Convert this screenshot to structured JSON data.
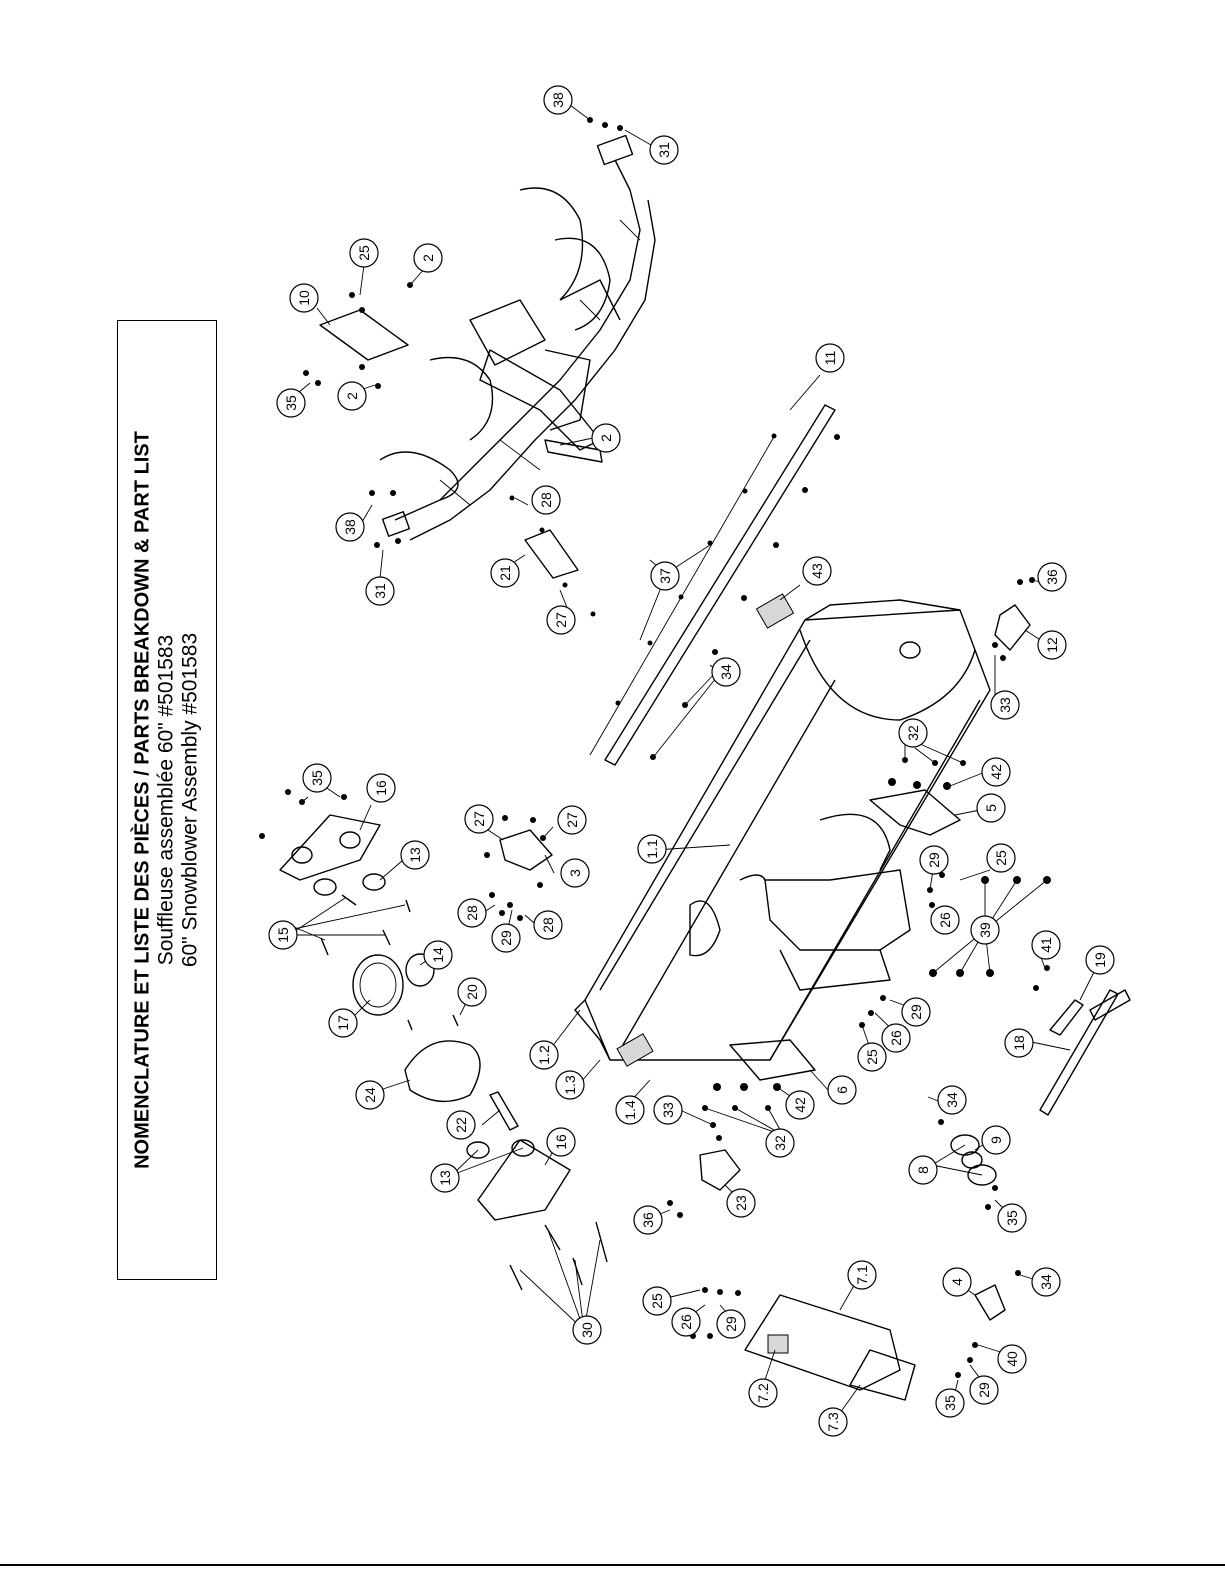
{
  "title": {
    "line1": "NOMENCLATURE ET LISTE DES PIÈCES / PARTS BREAKDOWN & PART LIST",
    "line2": "Souffleuse assemblée 60\" #501583",
    "line3": "60\" Snowblower Assembly #501583"
  },
  "callouts": [
    "38",
    "31",
    "25",
    "2",
    "10",
    "2",
    "35",
    "2",
    "11",
    "28",
    "38",
    "21",
    "31",
    "27",
    "37",
    "43",
    "36",
    "12",
    "34",
    "33",
    "32",
    "42",
    "5",
    "35",
    "16",
    "13",
    "27",
    "27",
    "1.1",
    "3",
    "29",
    "25",
    "15",
    "28",
    "29",
    "28",
    "26",
    "39",
    "14",
    "41",
    "19",
    "17",
    "20",
    "29",
    "26",
    "25",
    "1.2",
    "18",
    "1.3",
    "24",
    "1.4",
    "42",
    "6",
    "33",
    "34",
    "22",
    "32",
    "9",
    "13",
    "16",
    "8",
    "23",
    "36",
    "35",
    "4",
    "34",
    "25",
    "26",
    "29",
    "7.1",
    "30",
    "40",
    "29",
    "35",
    "7.2",
    "7.3"
  ]
}
